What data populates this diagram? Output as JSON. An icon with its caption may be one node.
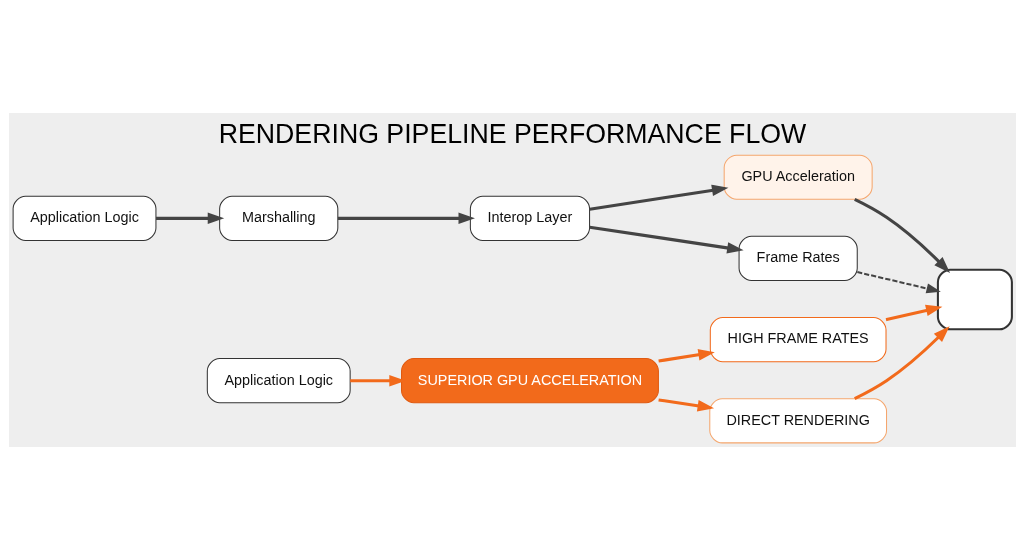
{
  "diagram": {
    "title": "RENDERING PIPELINE PERFORMANCE FLOW",
    "nodes": [
      {
        "text": [
          "Application Logic"
        ]
      },
      {
        "text": [
          "Marshalling"
        ]
      },
      {
        "text": [
          "Interop Layer"
        ]
      },
      {
        "text": [
          "GPU Acceleration"
        ]
      },
      {
        "text": [
          "Frame Rates"
        ]
      },
      {
        "text": [],
        "shape": "box"
      },
      {
        "text": [
          "Application Logic"
        ]
      },
      {
        "text": [
          "SUPERIOR GPU ACCELERATION"
        ]
      },
      {
        "text": [
          "HIGH FRAME RATES"
        ]
      },
      {
        "text": [
          "DIRECT RENDERING"
        ]
      }
    ],
    "edges": [
      {
        "from": 0,
        "to": 1,
        "arrow": "to"
      },
      {
        "from": 1,
        "to": 2,
        "arrow": "to"
      },
      {
        "from": 2,
        "to": 3,
        "arrow": "to"
      },
      {
        "from": 2,
        "to": 4,
        "arrow": "to"
      },
      {
        "from": 3,
        "to": 5,
        "arrow": "to"
      },
      {
        "from": 4,
        "to": 5,
        "arrow": "to",
        "style": "dashed"
      },
      {
        "from": 6,
        "to": 7,
        "arrow": "to",
        "color": "#f26a1b"
      },
      {
        "from": 7,
        "to": 8,
        "arrow": "to",
        "color": "#f26a1b"
      },
      {
        "from": 7,
        "to": 9,
        "arrow": "to",
        "color": "#f26a1b"
      },
      {
        "from": 8,
        "to": 5,
        "arrow": "to",
        "color": "#f26a1b"
      },
      {
        "from": 9,
        "to": 5,
        "arrow": "to",
        "color": "#f26a1b"
      }
    ]
  }
}
